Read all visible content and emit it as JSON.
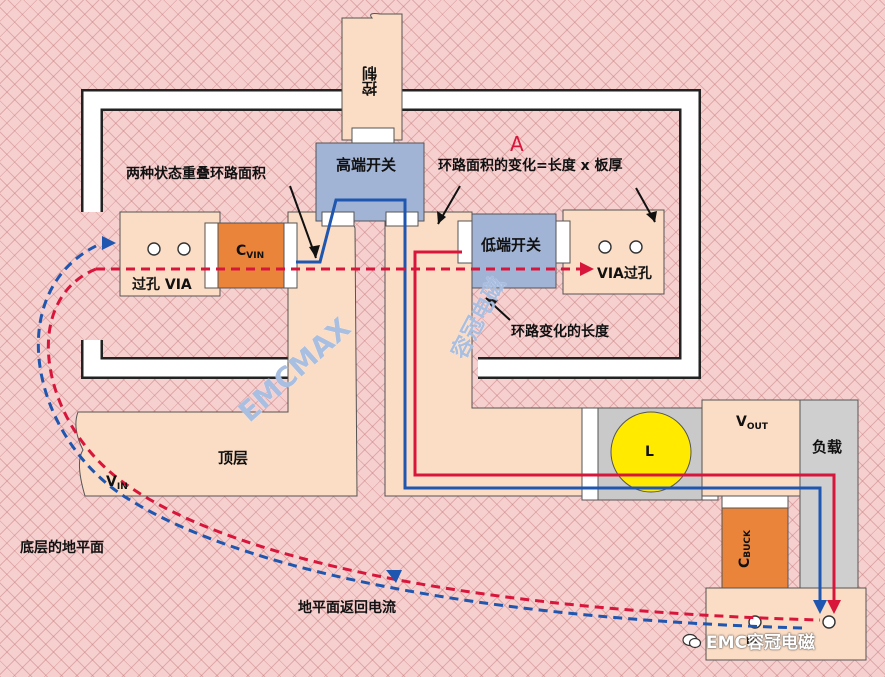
{
  "labels": {
    "control": "控制",
    "high_side_switch": "高端开关",
    "low_side_switch": "低端开关",
    "overlap_area": "两种状态重叠环路面积",
    "loop_area_change": "环路面积的变化=长度 x 板厚",
    "marker_a": "A",
    "loop_length_change": "环路变化的长度",
    "cvin_main": "C",
    "cvin_sub": "VIN",
    "via_left": "过孔 VIA",
    "via_right": "VIA过孔",
    "vout_main": "V",
    "vout_sub": "OUT",
    "load": "负载",
    "inductor": "L",
    "top_layer": "顶层",
    "vin_main": "V",
    "vin_sub": "IN",
    "cbuck_main": "C",
    "cbuck_sub": "BUCK",
    "bottom_ground": "底层的地平面",
    "ground_return": "地平面返回电流",
    "vin_bottom_partial": "IN"
  },
  "watermarks": {
    "diagonal": "EMCMAX",
    "vertical": "容冠电磁",
    "footer": "EMC容冠电磁"
  },
  "colors": {
    "board_background": "#f6cfcf",
    "copper_pour": "#fbdcc4",
    "switch_box": "#a2b4d6",
    "capacitor": "#e9843a",
    "inductor": "#ffea00",
    "load_box": "#cfcfcf",
    "current_blue": "#1e56b0",
    "current_red": "#d8163b"
  }
}
